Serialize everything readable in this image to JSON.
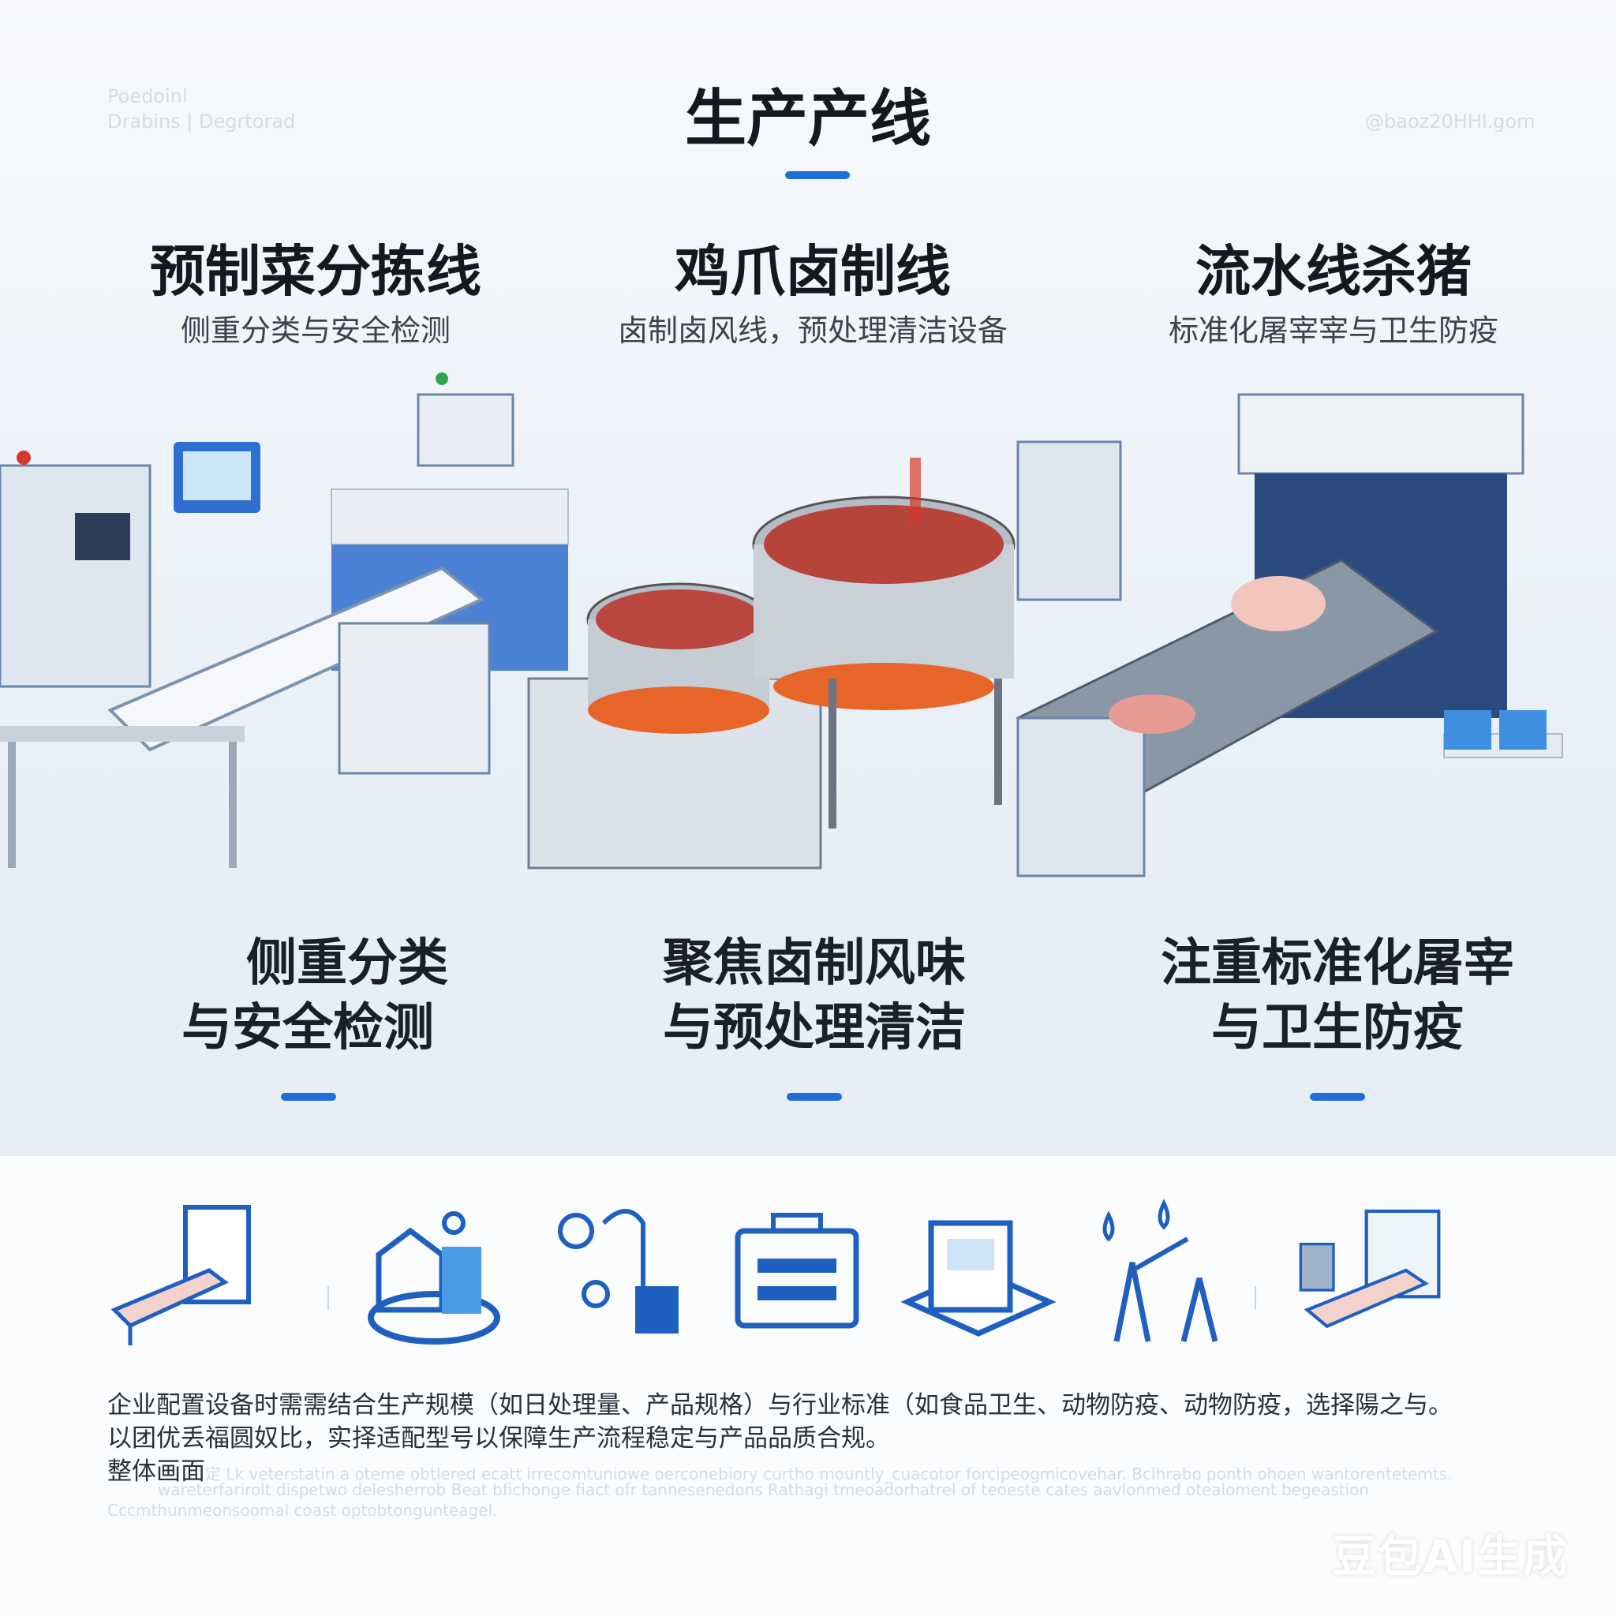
{
  "header": {
    "title": "生产产线",
    "faint_left_line1": "Poedoinl",
    "faint_left_line2": "Drabins | Degrtorad",
    "faint_right": "@baoz20HHl.gom"
  },
  "columns": [
    {
      "heading": "预制菜分拣线",
      "subtitle": "侧重分类与安全检测",
      "caption_line1": "侧重分类",
      "caption_line2": "与安全检测"
    },
    {
      "heading": "鸡爪卤制线",
      "subtitle": "卤制卤风线，预处理清洁设备",
      "caption_line1": "聚焦卤制风味",
      "caption_line2": "与预处理清洁"
    },
    {
      "heading": "流水线杀猪",
      "subtitle": "标准化屠宰宰与卫生防疫",
      "caption_line1": "注重标准化屠宰",
      "caption_line2": "与卫生防疫"
    }
  ],
  "icons": [
    "conveyor-scanner-icon",
    "factory-building-icon",
    "process-flow-icon",
    "cooking-machine-icon",
    "control-console-icon",
    "disinfection-spray-icon",
    "slaughter-line-icon"
  ],
  "footer": {
    "line1": "企业配置设备时需需结合生产规模（如日处理量、产品规格）与行业标准（如食品卫生、动物防疫、动物防疫，选择陽之与。",
    "line2": "以团优丢福圆奴比，实择适配型号以保障生产流程稳定与产品品质合规。",
    "line3_prefix": "整体画面",
    "line3_faint": "定 Lk veterstatin a oteme obtlered ecatt irrecomtuniowe oerconebiory curtho mountly_cuacotor forcipeogmicovehar. Bclhrabo ponth ohoen wantorentetemts.",
    "line4_faint": "wareterfarirolt dispetwo delesherrob Beat bfichonge fiact ofr tannesenedons Rathagi tmeoadorhatrel of teoeste cates aavlonmed otealoment begeastion",
    "line5_faint": "Cccmthunmeonsoomal coast optobtongunteagel."
  },
  "watermark": "豆包AI生成",
  "colors": {
    "accent": "#1f6fd6",
    "machine_blue": "#2f6fcf",
    "steel": "#c9d2dc"
  }
}
